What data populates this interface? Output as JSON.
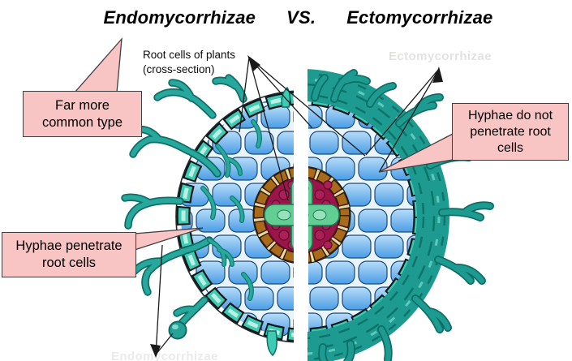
{
  "title": {
    "left": "Endomycorrhizae",
    "vs": "VS.",
    "right": "Ectomycorrhizae"
  },
  "diagram_label": {
    "line1": "Root cells of plants",
    "line2": "(cross-section)"
  },
  "callouts": {
    "far_more_common": "Far more common type",
    "hyphae_do_not_penetrate": "Hyphae do not penetrate root cells",
    "hyphae_penetrate": "Hyphae penetrate root cells"
  },
  "ghost_labels": {
    "top_right": "Ectomycorrhizae",
    "bottom_left": "Endomycorrhizae"
  },
  "colors": {
    "callout_bg": "#f8c5c4",
    "callout_border": "#3f3f3f",
    "hyphae_teal": "#28a89d",
    "hyphae_outline": "#0d6e66",
    "mantle_teal": "#1e9b90",
    "epidermis_teal": "#3ecbb4",
    "cortex_blue": "#4a9ce6",
    "stele_brown": "#a96b1a",
    "stele_tan": "#ecd9a6",
    "phloem_crimson": "#9b1548",
    "xylem_green": "#63ce94",
    "title_color": "#000000"
  }
}
